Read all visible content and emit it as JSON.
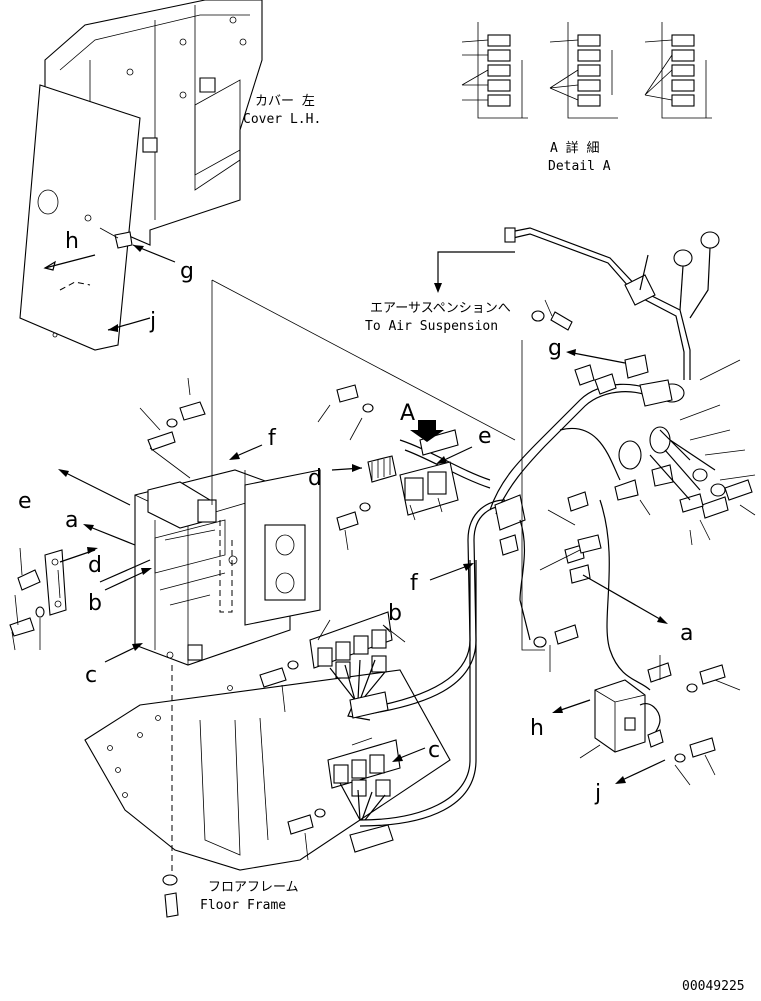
{
  "labels": {
    "cover_jp": "カバー 左",
    "cover_en": "Cover L.H.",
    "detail_jp": "A 詳 細",
    "detail_en": "Detail A",
    "air_jp": "エアーサスペンションへ",
    "air_en": "To Air Suspension",
    "floor_jp": "フロアフレーム",
    "floor_en": "Floor Frame",
    "part_number": "00049225"
  },
  "letters": {
    "a": "a",
    "b": "b",
    "c": "c",
    "d": "d",
    "e": "e",
    "f": "f",
    "g": "g",
    "h": "h",
    "j": "j",
    "A": "A"
  }
}
